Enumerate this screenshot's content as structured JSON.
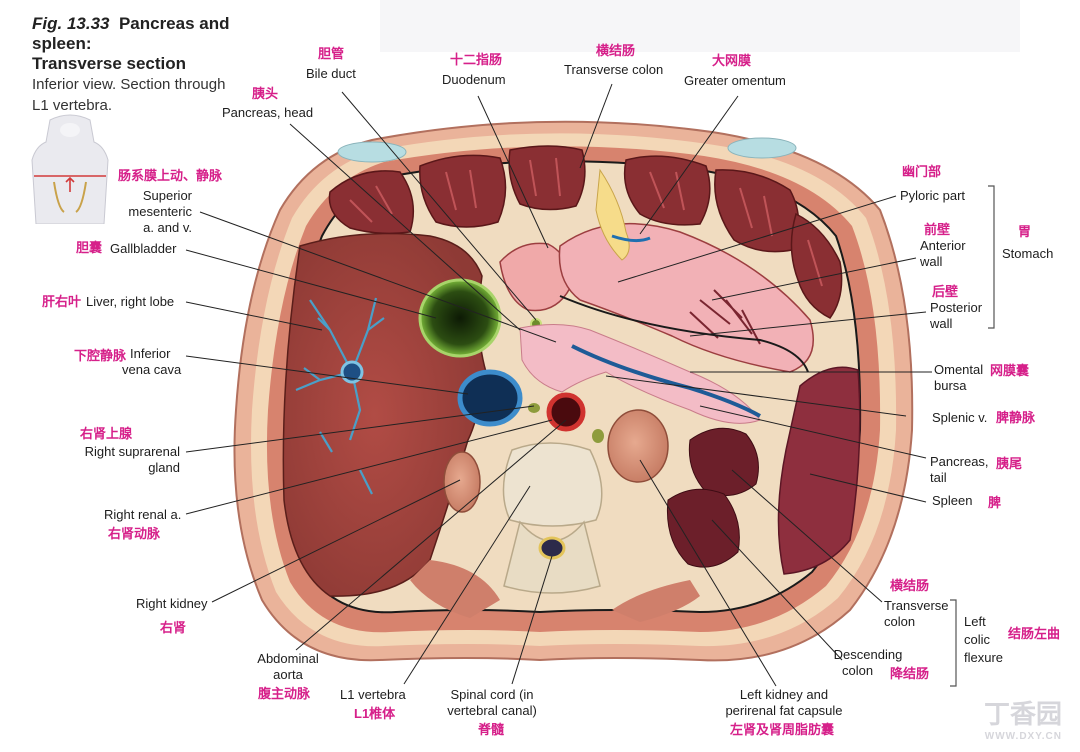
{
  "figure": {
    "number": "Fig. 13.33",
    "title": "Pancreas and spleen:",
    "title2": "Transverse section",
    "subtitle1": "Inferior view. Section through",
    "subtitle2": "L1 vertebra."
  },
  "labels": {
    "bile_duct": "Bile duct",
    "bile_duct_zh": "胆管",
    "duodenum": "Duodenum",
    "duodenum_zh": "十二指肠",
    "transverse_colon_top": "Transverse colon",
    "transverse_colon_top_zh": "横结肠",
    "greater_omentum": "Greater omentum",
    "greater_omentum_zh": "大网膜",
    "pancreas_head": "Pancreas, head",
    "pancreas_head_zh": "胰头",
    "sma_1": "Superior",
    "sma_2": "mesenteric",
    "sma_3": "a. and v.",
    "sma_zh": "肠系膜上动、静脉",
    "gallbladder": "Gallbladder",
    "gallbladder_zh": "胆囊",
    "liver": "Liver, right lobe",
    "liver_zh": "肝右叶",
    "ivc_1": "Inferior",
    "ivc_2": "vena cava",
    "ivc_zh": "下腔静脉",
    "supra_1": "Right suprarenal",
    "supra_2": "gland",
    "supra_zh": "右肾上腺",
    "renal_a": "Right renal a.",
    "renal_a_zh": "右肾动脉",
    "kidney_r": "Right kidney",
    "kidney_r_zh": "右肾",
    "aorta_1": "Abdominal",
    "aorta_2": "aorta",
    "aorta_zh": "腹主动脉",
    "l1": "L1 vertebra",
    "l1_zh": "L1椎体",
    "cord_1": "Spinal cord (in",
    "cord_2": "vertebral canal)",
    "cord_zh": "脊髓",
    "kidney_l_1": "Left kidney and",
    "kidney_l_2": "perirenal fat capsule",
    "kidney_l_zh": "左肾及肾周脂肪囊",
    "desc_colon_1": "Descending",
    "desc_colon_2": "colon",
    "desc_colon_zh": "降结肠",
    "tcolon_1": "Transverse",
    "tcolon_2": "colon",
    "tcolon_zh": "横结肠",
    "flexure_1": "Left",
    "flexure_2": "colic",
    "flexure_3": "flexure",
    "flexure_zh": "结肠左曲",
    "spleen": "Spleen",
    "spleen_zh": "脾",
    "panc_tail_1": "Pancreas,",
    "panc_tail_2": "tail",
    "panc_tail_zh": "胰尾",
    "splenic_v": "Splenic v.",
    "splenic_v_zh": "脾静脉",
    "omental_1": "Omental",
    "omental_2": "bursa",
    "omental_zh": "网膜囊",
    "post_wall_1": "Posterior",
    "post_wall_2": "wall",
    "post_wall_zh": "后壁",
    "ant_wall_1": "Anterior",
    "ant_wall_2": "wall",
    "ant_wall_zh": "前壁",
    "stomach": "Stomach",
    "stomach_zh": "胃",
    "pyloric": "Pyloric part",
    "pyloric_zh": "幽门部"
  },
  "watermark": {
    "main": "丁香园",
    "sub": "WWW.DXY.CN"
  },
  "colors": {
    "skin": "#e8a58d",
    "muscle": "#cf6f62",
    "fat": "#f3e2b7",
    "liver": "#a3453e",
    "bowel": "#8a2f33",
    "pancreas": "#f1b5bd",
    "vein": "#1b5f98",
    "artery": "#b51f27",
    "gallbladder": "#3f7a1c",
    "spleen": "#8e2f3e",
    "bone": "#ece3d1",
    "label_zh": "#d6208a"
  }
}
